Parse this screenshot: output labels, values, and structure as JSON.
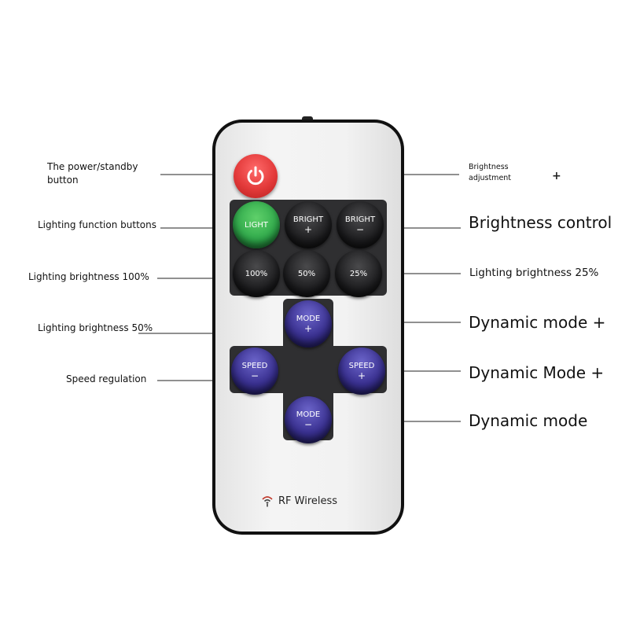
{
  "labels": {
    "power": "The power/standby\nbutton",
    "light_fn": "Lighting function buttons",
    "bright_100": "Lighting brightness 100%",
    "bright_50": "Lighting brightness 50%",
    "speed_reg": "Speed regulation",
    "brightness_adj": "Brightness\nadjustment",
    "brightness_ctrl": "Brightness control",
    "bright_25": "Lighting brightness 25%",
    "dyn_plus_1": "Dynamic mode +",
    "dyn_plus_2": "Dynamic Mode +",
    "dyn_mode": "Dynamic mode",
    "plus_mark": "+"
  },
  "remote": {
    "brand_text": "RF Wireless",
    "buttons": {
      "light": {
        "label": "LIGHT",
        "sym": ""
      },
      "bright_up": {
        "label": "BRIGHT",
        "sym": "+"
      },
      "bright_down": {
        "label": "BRIGHT",
        "sym": "−"
      },
      "b100": {
        "label": "100%",
        "sym": ""
      },
      "b50": {
        "label": "50%",
        "sym": ""
      },
      "b25": {
        "label": "25%",
        "sym": ""
      },
      "mode_up": {
        "label": "MODE",
        "sym": "+"
      },
      "speed_down": {
        "label": "SPEED",
        "sym": "−"
      },
      "speed_up": {
        "label": "SPEED",
        "sym": "+"
      },
      "mode_down": {
        "label": "MODE",
        "sym": "−"
      }
    }
  },
  "colors": {
    "power": "#e33a3a",
    "light": "#2ea84a",
    "brightness_buttons": "#1d1d1f",
    "mode_buttons": "#3a3191",
    "panel": "#2f2f31"
  },
  "icons": {
    "power": "power-icon",
    "wireless": "wireless-signal-icon"
  }
}
